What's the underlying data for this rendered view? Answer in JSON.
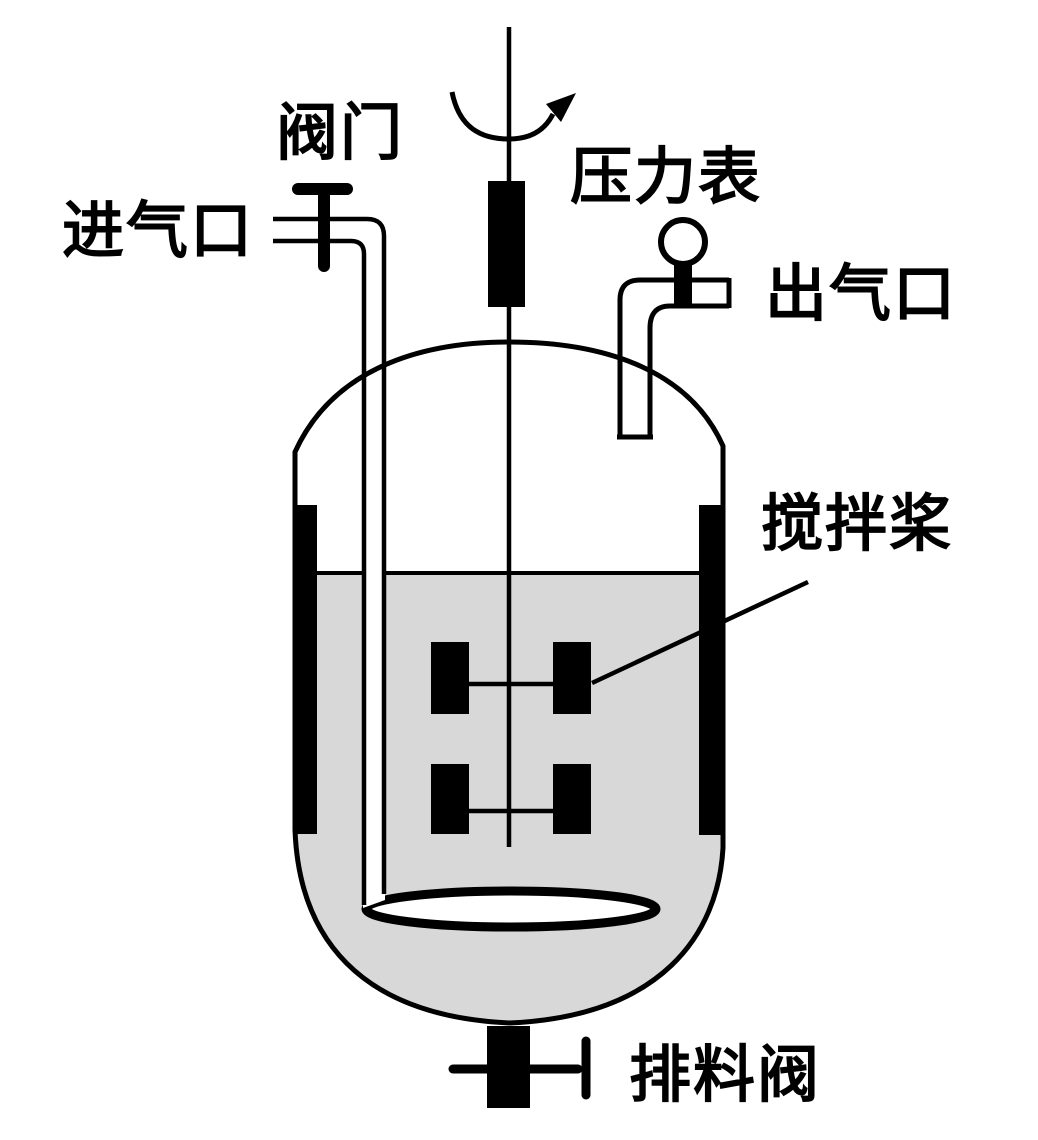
{
  "figure": {
    "title": "stirred fermenter tank diagram",
    "line_color": "#000000",
    "liquid_color": "#d8d8d8",
    "background_color": "#ffffff"
  },
  "labels": {
    "valve": "阀门",
    "gas_inlet": "进气口",
    "pressure_gauge": "压力表",
    "gas_outlet": "出气口",
    "stirring_paddle": "搅拌桨",
    "discharge_valve": "排料阀"
  }
}
